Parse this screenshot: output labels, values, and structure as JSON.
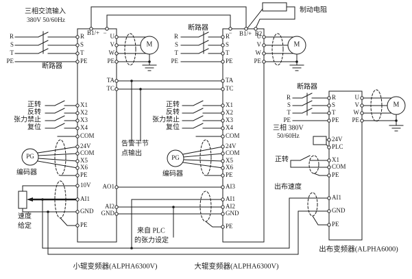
{
  "title_block": {
    "ac_input_line1": "三相交流输入",
    "ac_input_line2": "380V 50/60Hz",
    "brake_resistor": "制动电阻"
  },
  "breakers": {
    "label": "断路器"
  },
  "source_terminals": [
    "R",
    "S",
    "T",
    "PE"
  ],
  "inverter1": {
    "caption": "小辊变频器(ALPHA6300V)",
    "top_terminals": [
      "B1/+",
      "−"
    ],
    "left_terminals": [
      "R",
      "S",
      "T",
      "PE",
      "X1",
      "X2",
      "X3",
      "X4",
      "COM",
      "24V",
      "COM",
      "X5",
      "X6",
      "PE",
      "10V",
      "AI1",
      "GND",
      "PE"
    ],
    "right_terminals": [
      "U",
      "V",
      "W",
      "PE",
      "TA",
      "TC",
      "AO1",
      "AI2",
      "GND"
    ]
  },
  "inverter2": {
    "caption": "大辊变频器(ALPHA6300V)",
    "top_terminals": [
      "−",
      "B1/+",
      "B2"
    ],
    "left_terminals": [
      "R",
      "S",
      "T",
      "PE",
      "TA",
      "TC",
      "X1",
      "X2",
      "X3",
      "X4",
      "COM",
      "24V",
      "COM",
      "X5",
      "X6",
      "PE",
      "AI3",
      "AI1",
      "AI2",
      "GND",
      "PE"
    ],
    "right_terminals": [
      "U",
      "V",
      "W",
      "PE"
    ]
  },
  "inverter3": {
    "caption": "出布变频器(ALPHA6000)",
    "left_terminals": [
      "R",
      "S",
      "T",
      "PE",
      "24V",
      "PLC",
      "X1",
      "COM",
      "PE",
      "AI1",
      "GND",
      "PE"
    ],
    "right_terminals": [
      "U",
      "V",
      "W",
      "PE"
    ]
  },
  "switches": {
    "forward": "正转",
    "reverse": "反转",
    "tension_inhibit": "张力禁止",
    "reset": "复位"
  },
  "labels": {
    "alarm_line1": "告警干节",
    "alarm_line2": "点输出",
    "plc_line1": "来自 PLC",
    "plc_line2": "的张力设定",
    "speed_line1": "速度",
    "speed_line2": "给定",
    "encoder": "编码器",
    "pg": "PG",
    "motor": "M",
    "cloth_speed": "出布速度",
    "phase_line1": "三相 380V",
    "phase_line2": "50/60Hz"
  },
  "colors": {
    "ink": "#1a1a1a",
    "paper": "#ffffff"
  }
}
